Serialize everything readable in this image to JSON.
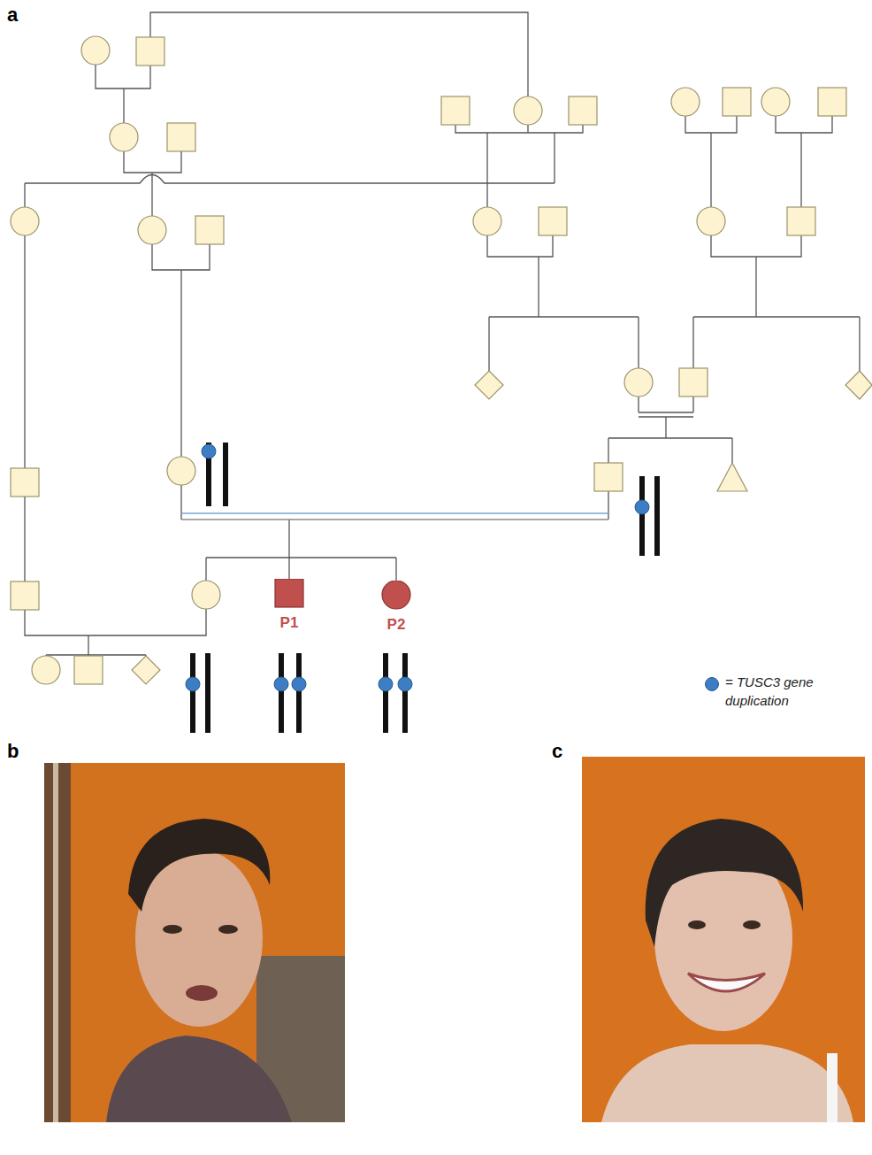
{
  "diagram": {
    "nodes": [
      {
        "text": [
          "P1"
        ]
      },
      {
        "text": [
          "P2"
        ]
      }
    ],
    "labels": [
      "a",
      "b",
      "c"
    ],
    "legend": [
      {
        "text": "= TUSC3 gene duplication",
        "color": "#3c7dc4"
      }
    ]
  }
}
